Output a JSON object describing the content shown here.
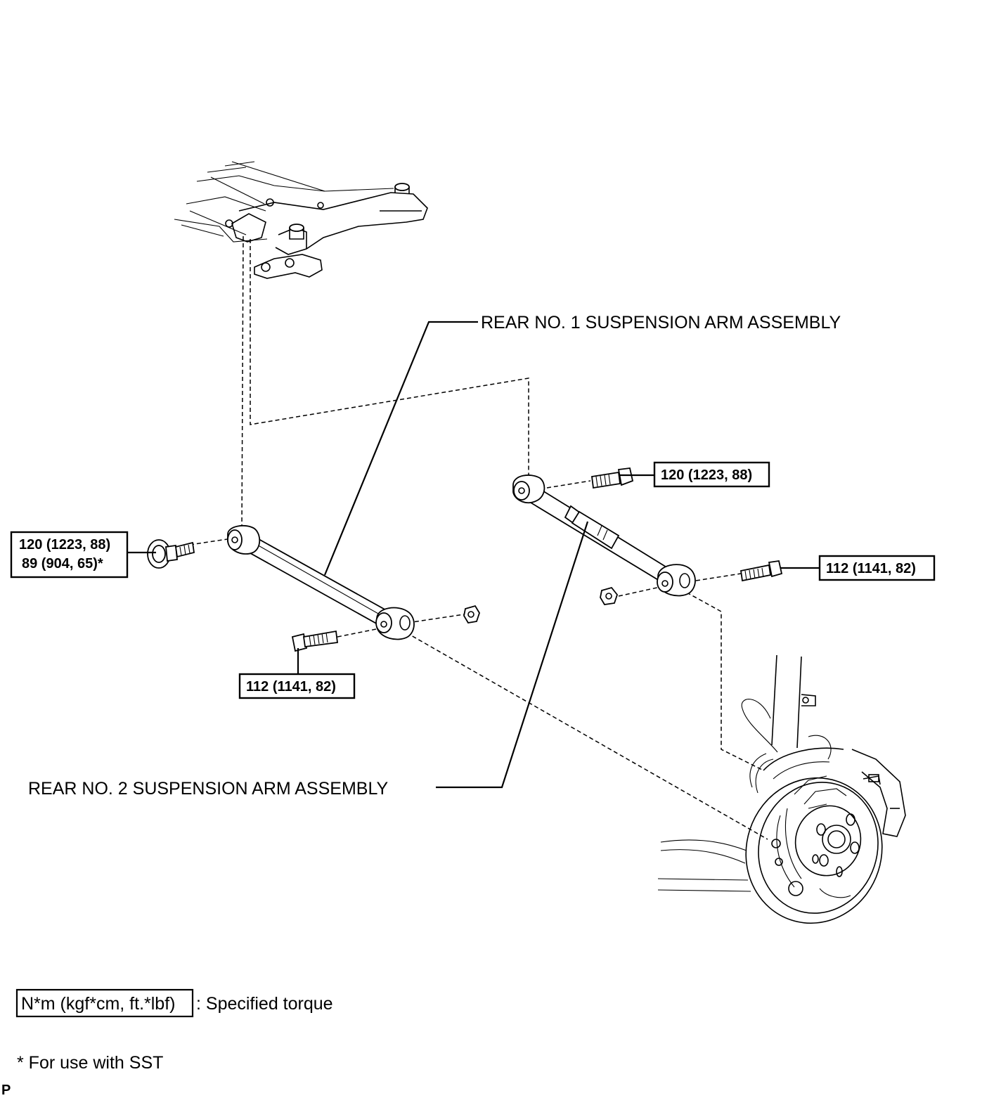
{
  "labels": {
    "rear_no1_arm": "REAR NO. 1 SUSPENSION ARM ASSEMBLY",
    "rear_no2_arm": "REAR NO. 2 SUSPENSION ARM ASSEMBLY"
  },
  "torque_specs": {
    "no1_frame_bolt": "120 (1223, 88)",
    "no2_frame_bolt_line1": "120 (1223, 88)",
    "no2_frame_bolt_line2": "89 (904, 65)*",
    "no2_knuckle_bolt": "112 (1141, 82)",
    "no1_knuckle_bolt": "112 (1141, 82)"
  },
  "legend": {
    "unit_box": "N*m (kgf*cm, ft.*lbf)",
    "unit_desc": ": Specified torque",
    "note": "* For use with SST"
  },
  "corner_code": "P"
}
